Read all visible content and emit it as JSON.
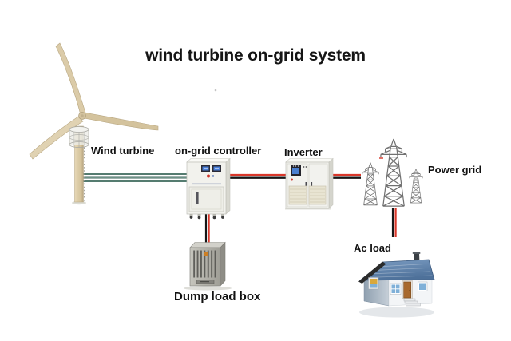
{
  "title": "wind turbine on-grid system",
  "components": {
    "wind_turbine": {
      "label": "Wind turbine"
    },
    "controller": {
      "label": "on-grid controller"
    },
    "inverter": {
      "label": "Inverter"
    },
    "power_grid": {
      "label": "Power grid"
    },
    "ac_load": {
      "label": "Ac load"
    },
    "dump_load_box": {
      "label": "Dump load box"
    }
  },
  "connections": [
    {
      "from": "Wind turbine",
      "to": "on-grid controller",
      "wire_colors": [
        "#3d665b",
        "#3d665b",
        "#3d665b"
      ],
      "orientation": "horizontal"
    },
    {
      "from": "on-grid controller",
      "to": "Inverter",
      "wire_colors": [
        "#d9372a",
        "#161616"
      ],
      "orientation": "horizontal"
    },
    {
      "from": "Inverter",
      "to": "Power grid",
      "wire_colors": [
        "#d9372a",
        "#161616"
      ],
      "orientation": "horizontal"
    },
    {
      "from": "on-grid controller",
      "to": "Dump load box",
      "wire_colors": [
        "#161616",
        "#d9372a"
      ],
      "orientation": "vertical"
    },
    {
      "from": "Power grid",
      "to": "Ac load",
      "wire_colors": [
        "#161616",
        "#d9372a"
      ],
      "orientation": "vertical"
    }
  ],
  "colors": {
    "background": "#ffffff",
    "text": "#111111",
    "wire_green": "#3d665b",
    "wire_red": "#d9372a",
    "wire_black": "#161616",
    "turbine_tan": "#d9c9a6",
    "cabinet_white": "#f2f2ed",
    "grille_beige": "#e8e4d2",
    "dump_box_gray": "#b3b2aa",
    "house_roof_blue": "#5d80a8",
    "pylon_gray": "#707070"
  }
}
